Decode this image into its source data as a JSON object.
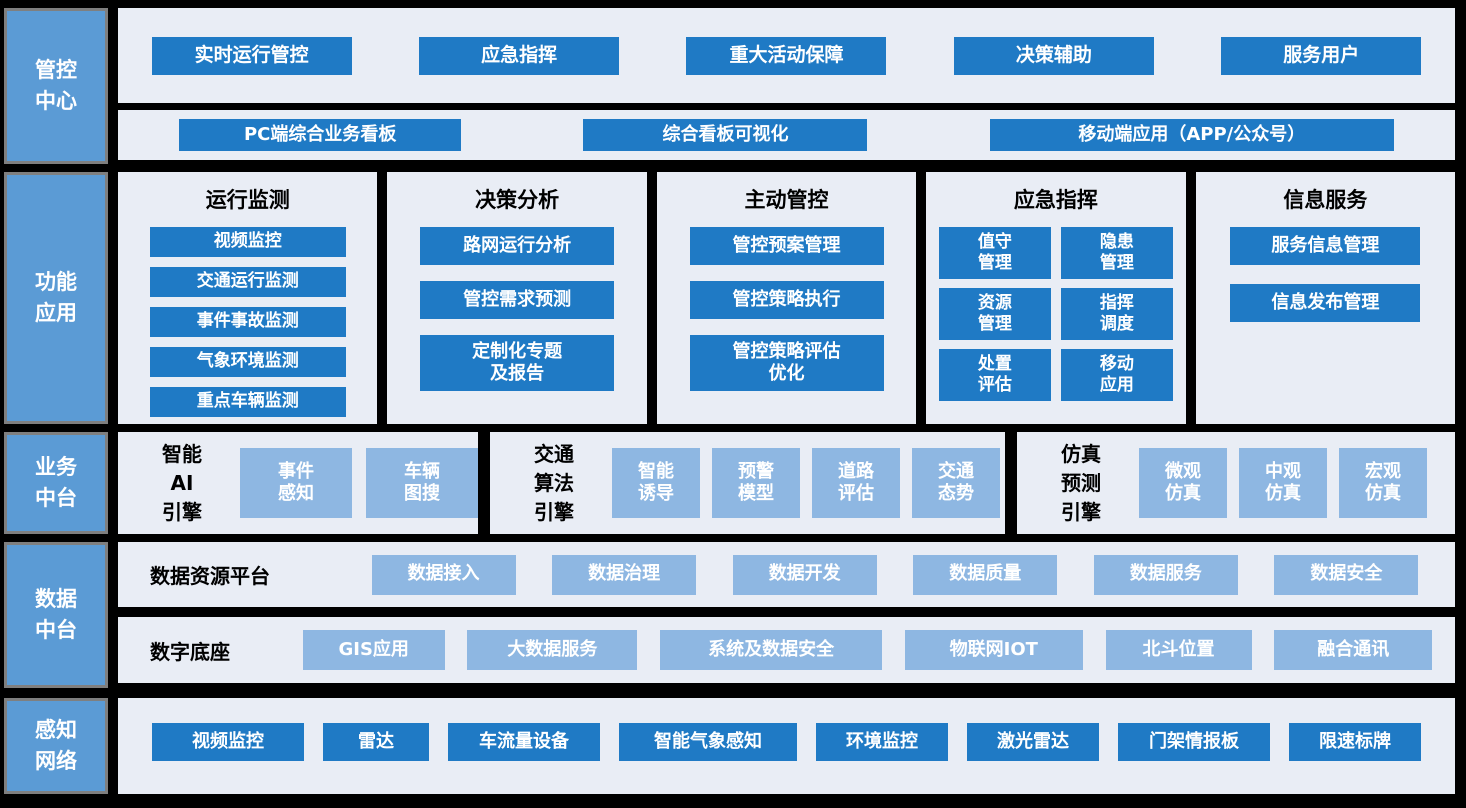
{
  "palette": {
    "background": "#000000",
    "panel": "#e9edf5",
    "primary_button": "#1f7ac5",
    "light_button": "#8eb7e2",
    "side_label_fill": "#5b9bd5",
    "side_label_border": "#7f7f7f",
    "button_text": "#ffffff",
    "heading_text": "#000000"
  },
  "side_labels": {
    "control_center": "管控\n中心",
    "function_apps": "功能\n应用",
    "business_platform": "业务\n中台",
    "data_platform": "数据\n中台",
    "perception_network": "感知\n网络"
  },
  "control_center": {
    "row1": [
      "实时运行管控",
      "应急指挥",
      "重大活动保障",
      "决策辅助",
      "服务用户"
    ],
    "row2": [
      "PC端综合业务看板",
      "综合看板可视化",
      "移动端应用（APP/公众号）"
    ]
  },
  "function_apps": {
    "columns": [
      {
        "title": "运行监测",
        "items": [
          "视频监控",
          "交通运行监测",
          "事件事故监测",
          "气象环境监测",
          "重点车辆监测"
        ]
      },
      {
        "title": "决策分析",
        "items": [
          "路网运行分析",
          "管控需求预测",
          "定制化专题\n及报告"
        ]
      },
      {
        "title": "主动管控",
        "items": [
          "管控预案管理",
          "管控策略执行",
          "管控策略评估\n优化"
        ]
      },
      {
        "title": "应急指挥",
        "items": [
          "值守\n管理",
          "隐患\n管理",
          "资源\n管理",
          "指挥\n调度",
          "处置\n评估",
          "移动\n应用"
        ]
      },
      {
        "title": "信息服务",
        "items": [
          "服务信息管理",
          "信息发布管理"
        ]
      }
    ]
  },
  "business_platform": {
    "groups": [
      {
        "label": "智能\nAI\n引擎",
        "items": [
          "事件\n感知",
          "车辆\n图搜"
        ]
      },
      {
        "label": "交通\n算法\n引擎",
        "items": [
          "智能\n诱导",
          "预警\n模型",
          "道路\n评估",
          "交通\n态势"
        ]
      },
      {
        "label": "仿真\n预测\n引擎",
        "items": [
          "微观\n仿真",
          "中观\n仿真",
          "宏观\n仿真"
        ]
      }
    ]
  },
  "data_platform": {
    "rows": [
      {
        "label": "数据资源平台",
        "items": [
          "数据接入",
          "数据治理",
          "数据开发",
          "数据质量",
          "数据服务",
          "数据安全"
        ]
      },
      {
        "label": "数字底座",
        "items": [
          "GIS应用",
          "大数据服务",
          "系统及数据安全",
          "物联网IOT",
          "北斗位置",
          "融合通讯"
        ]
      }
    ]
  },
  "perception_network": {
    "items": [
      "视频监控",
      "雷达",
      "车流量设备",
      "智能气象感知",
      "环境监控",
      "激光雷达",
      "门架情报板",
      "限速标牌"
    ]
  }
}
